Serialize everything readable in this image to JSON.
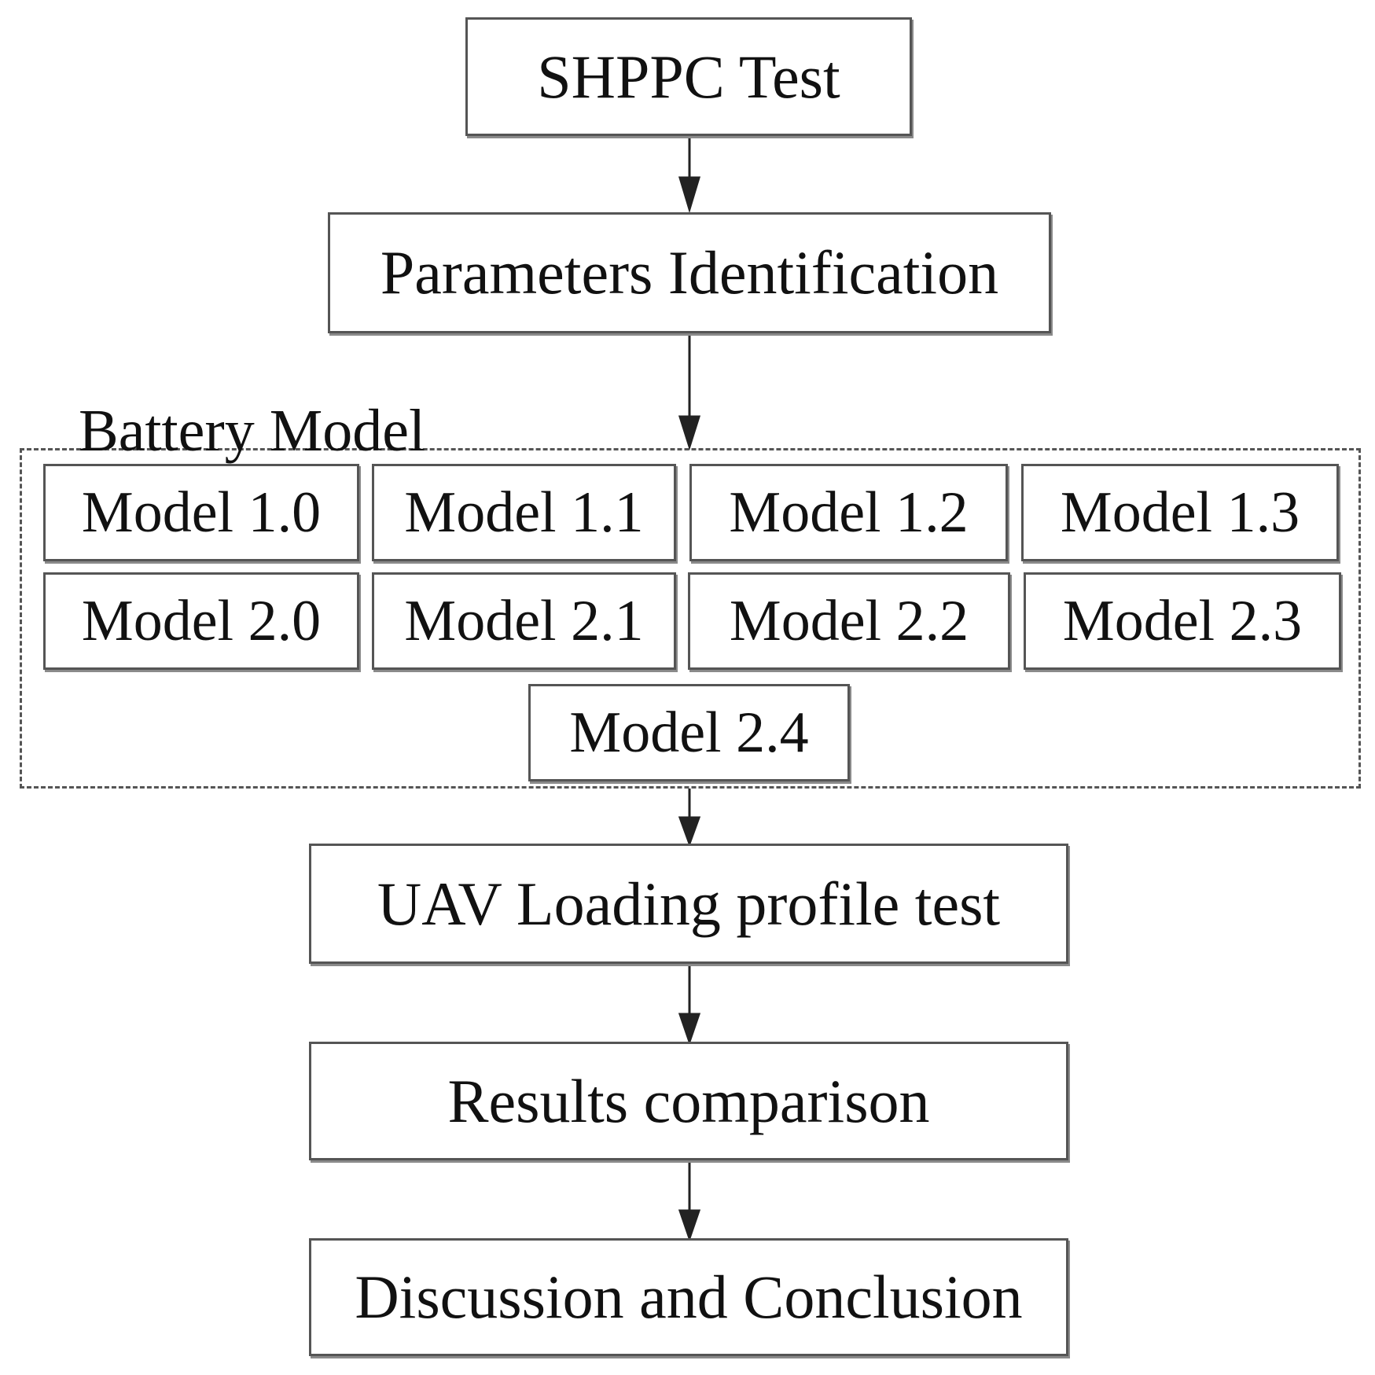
{
  "flow": {
    "step1": "SHPPC Test",
    "step2": "Parameters Identification",
    "group_label": "Battery Model",
    "models_row1": [
      "Model 1.0",
      "Model 1.1",
      "Model 1.2",
      "Model 1.3"
    ],
    "models_row2": [
      "Model 2.0",
      "Model 2.1",
      "Model 2.2",
      "Model 2.3"
    ],
    "model_center": "Model 2.4",
    "step3": "UAV Loading profile test",
    "step4": "Results comparison",
    "step5": "Discussion and Conclusion"
  }
}
